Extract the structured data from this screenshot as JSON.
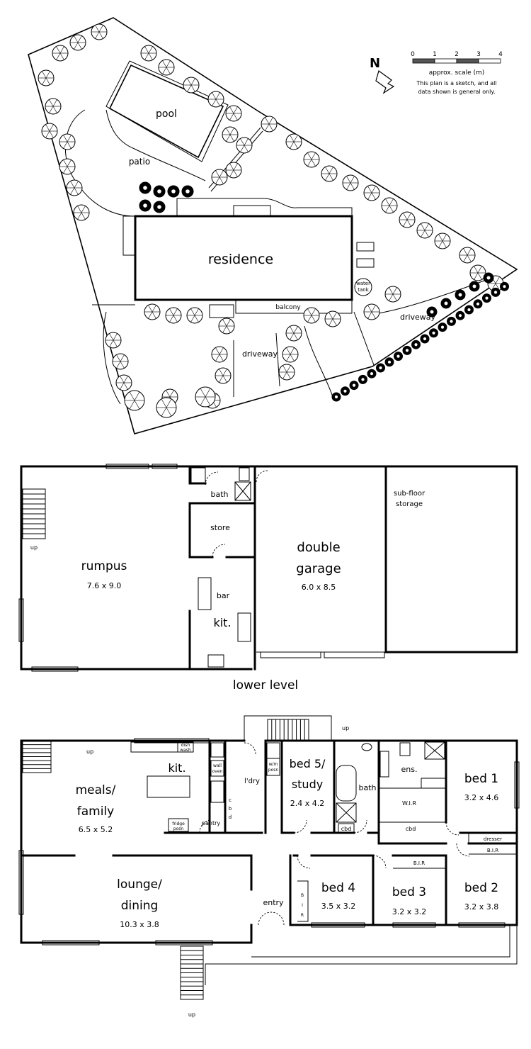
{
  "site": {
    "pool": "pool",
    "patio": "patio",
    "residence": "residence",
    "water_tank": [
      "water",
      "tank"
    ],
    "balcony": "balcony",
    "driveway": "driveway"
  },
  "legend": {
    "compass_letter": "N",
    "scale_ticks": [
      "0",
      "1",
      "2",
      "3",
      "4"
    ],
    "scale_title": "approx. scale (m)",
    "note_lines": [
      "This plan is a sketch, and all",
      "data shown is general only."
    ]
  },
  "lower": {
    "rumpus": "rumpus",
    "rumpus_size": "7.6 x 9.0",
    "bath": "bath",
    "store": "store",
    "bar": "bar",
    "kit": "kit.",
    "double_garage": [
      "double",
      "garage"
    ],
    "garage_size": "6.0 x 8.5",
    "subfloor": [
      "sub-floor",
      "storage"
    ],
    "up": "up",
    "level_title": "lower level"
  },
  "upper": {
    "meals_family": [
      "meals/",
      "family"
    ],
    "meals_size": "6.5 x 5.2",
    "kit": "kit.",
    "dishwash": [
      "dish",
      "wash"
    ],
    "wall_oven": [
      "wall",
      "oven"
    ],
    "fridge": [
      "fridge",
      "posn"
    ],
    "pantry": "pantry",
    "cbd_vertical": [
      "c",
      "b",
      "d"
    ],
    "laundry": "l'dry",
    "wm_posn": [
      "w/m",
      "posn"
    ],
    "bed5": [
      "bed 5/",
      "study"
    ],
    "bed5_size": "2.4 x 4.2",
    "bath": "bath",
    "cbd": "cbd",
    "ens": "ens.",
    "wir": "W.I.R",
    "bed1": "bed 1",
    "bed1_size": "3.2 x 4.6",
    "dresser": "dresser",
    "bir": "B.I.R",
    "bir_vertical": [
      "B",
      "I",
      "R"
    ],
    "lounge_dining": [
      "lounge/",
      "dining"
    ],
    "lounge_size": "10.3 x 3.8",
    "entry": "entry",
    "bed4": "bed 4",
    "bed4_size": "3.5 x 3.2",
    "bed3": "bed 3",
    "bed3_size": "3.2 x 3.2",
    "bed2": "bed 2",
    "bed2_size": "3.2 x 3.8",
    "up": "up"
  }
}
